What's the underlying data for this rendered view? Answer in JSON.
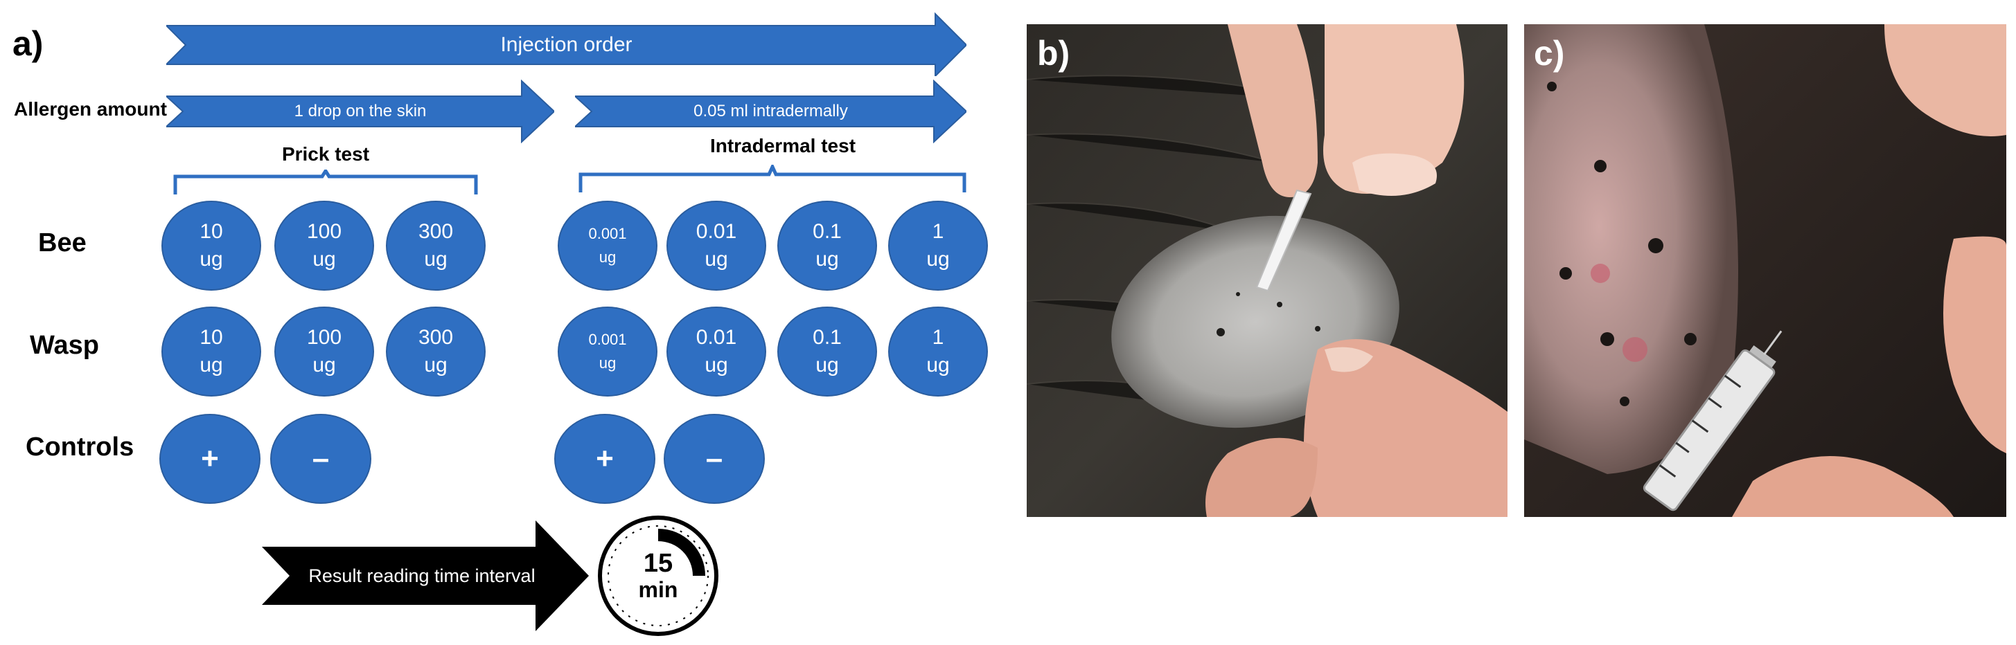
{
  "panels": {
    "a": "a)",
    "b": "b)",
    "c": "c)"
  },
  "arrows": {
    "injection_order": "Injection order",
    "prick_amount": "1 drop on the skin",
    "intradermal_amount": "0.05 ml intradermally",
    "result_time": "Result reading time interval"
  },
  "labels": {
    "allergen_amount": "Allergen amount",
    "prick_test": "Prick test",
    "intradermal_test": "Intradermal test",
    "bee": "Bee",
    "wasp": "Wasp",
    "controls": "Controls"
  },
  "prick_doses": [
    {
      "value": "10",
      "unit": "ug"
    },
    {
      "value": "100",
      "unit": "ug"
    },
    {
      "value": "300",
      "unit": "ug"
    }
  ],
  "intradermal_doses": [
    {
      "value": "0.001",
      "unit": "ug"
    },
    {
      "value": "0.01",
      "unit": "ug"
    },
    {
      "value": "0.1",
      "unit": "ug"
    },
    {
      "value": "1",
      "unit": "ug"
    }
  ],
  "controls": {
    "positive": "+",
    "negative": "–"
  },
  "timer": {
    "value": "15",
    "unit": "min"
  },
  "colors": {
    "accent": "#2f6fc2",
    "dark": "#000000"
  }
}
